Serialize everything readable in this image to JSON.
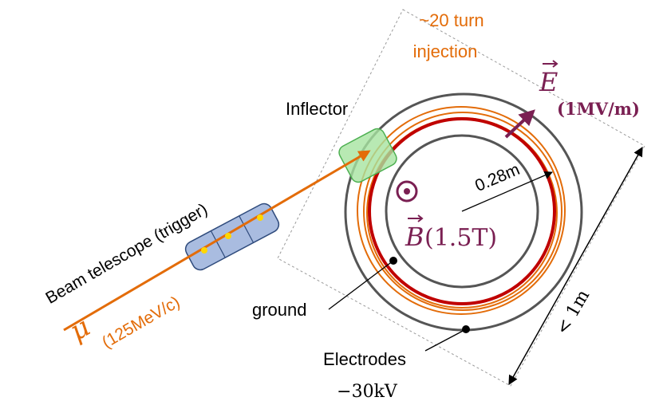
{
  "labels": {
    "injection_line1": "~20 turn",
    "injection_line2": "injection",
    "inflector": "Inflector",
    "e_field_symbol": "E",
    "e_field_value": "(1MV/m)",
    "radius": "0.28m",
    "b_field_symbol": "B",
    "b_field_value": "(1.5T)",
    "size": "< 1m",
    "beam_telescope": "Beam telescope (trigger)",
    "muon_symbol": "μ",
    "muon_momentum": "(125MeV/c)",
    "ground": "ground",
    "electrodes": "Electrodes",
    "electrode_voltage": "−30kV"
  },
  "colors": {
    "orange": "#E36C09",
    "maroon": "#7A1F52",
    "red": "#C00000",
    "gray": "#555555",
    "inflector_fill": "#A6E3A0",
    "inflector_stroke": "#4CAF50",
    "telescope_fill": "#A9BCE0",
    "telescope_stroke": "#2F4B7C",
    "hit_marker": "#FFD700"
  },
  "icons": {
    "b_field_out_of_page": "dot-in-circle-icon",
    "e_field_arrow": "arrow-icon",
    "muon_beam": "arrow-icon"
  }
}
